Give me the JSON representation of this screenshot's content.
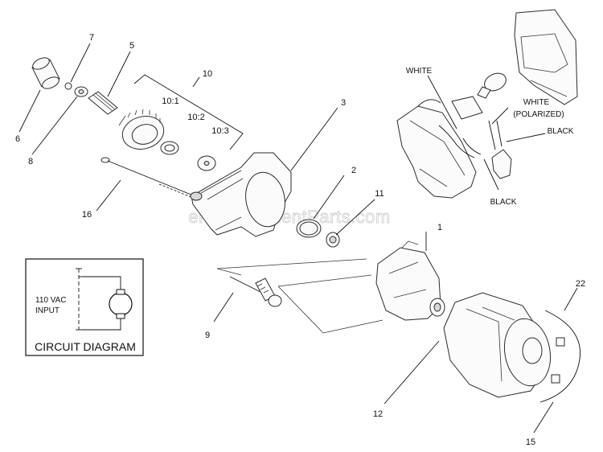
{
  "watermark": "eReplacementParts.com",
  "callouts": {
    "c1": "1",
    "c2": "2",
    "c3": "3",
    "c5": "5",
    "c6": "6",
    "c7": "7",
    "c8": "8",
    "c9": "9",
    "c10": "10",
    "c11": "11",
    "c12": "12",
    "c15": "15",
    "c16": "16",
    "c22": "22"
  },
  "gear_ratios": {
    "r1": "10:1",
    "r2": "10:2",
    "r3": "10:3"
  },
  "wire_labels": {
    "white_top": "WHITE",
    "white_polarized_1": "WHITE",
    "white_polarized_2": "(POLARIZED)",
    "black_right": "BLACK",
    "black_bottom": "BLACK"
  },
  "circuit_diagram": {
    "input_line1": "110 VAC",
    "input_line2": "INPUT",
    "title": "CIRCUIT DIAGRAM"
  }
}
